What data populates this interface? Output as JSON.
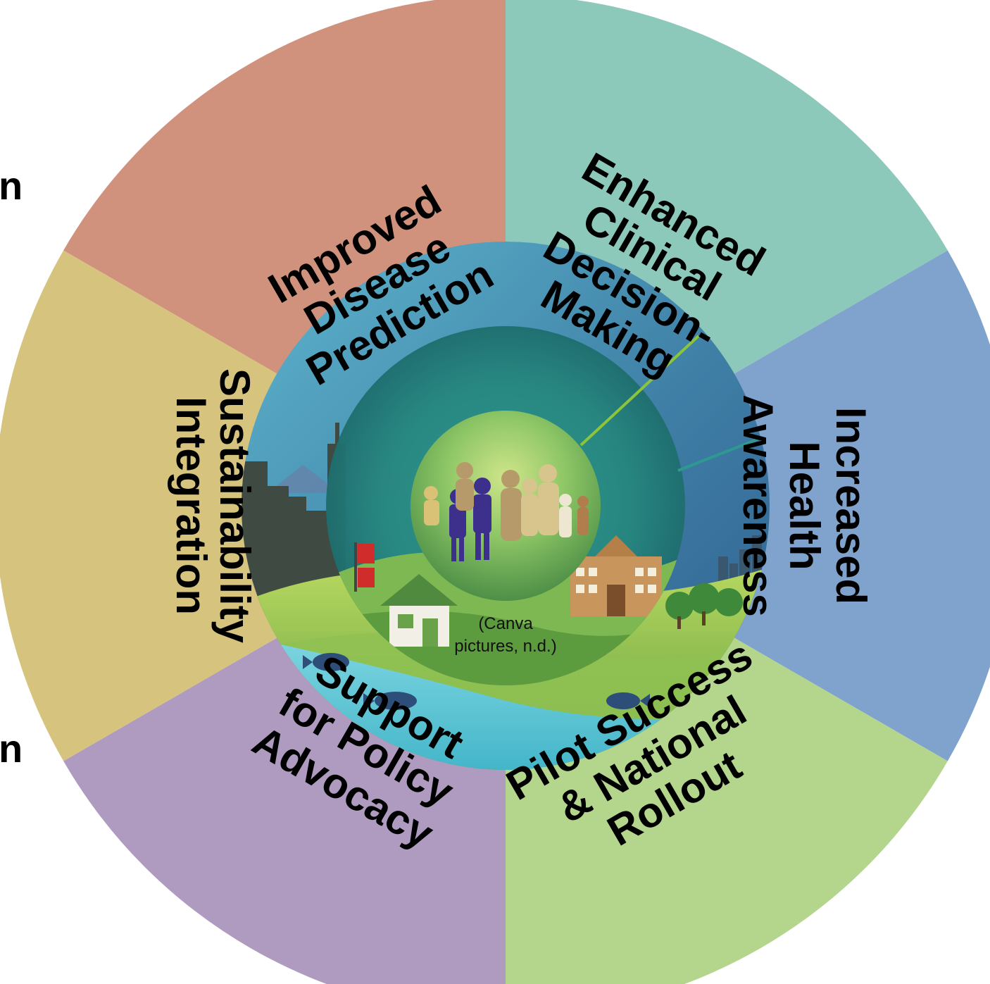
{
  "segments": [
    {
      "id": "improved-disease-prediction",
      "color": "#D0917D",
      "lines": [
        "Improved",
        "Disease",
        "Prediction"
      ]
    },
    {
      "id": "enhanced-clinical-decision-making",
      "color": "#8CC9BA",
      "lines": [
        "Enhanced",
        "Clinical",
        "Decision-",
        "Making"
      ]
    },
    {
      "id": "increased-health-awareness",
      "color": "#7FA3CC",
      "lines": [
        "Increased",
        "Health",
        "Awareness"
      ]
    },
    {
      "id": "pilot-success-national-rollout",
      "color": "#B4D58C",
      "lines": [
        "Pilot Success",
        "& National",
        "Rollout"
      ]
    },
    {
      "id": "support-for-policy-advocacy",
      "color": "#AE9BBF",
      "lines": [
        "Support",
        "for Policy",
        "Advocacy"
      ]
    },
    {
      "id": "sustainability-integration",
      "color": "#D6C37D",
      "lines": [
        "Sustainability",
        "Integration"
      ]
    }
  ],
  "caption": [
    "(Canva",
    "pictures, n.d.)"
  ],
  "edge_marks": [
    "n",
    "n"
  ]
}
